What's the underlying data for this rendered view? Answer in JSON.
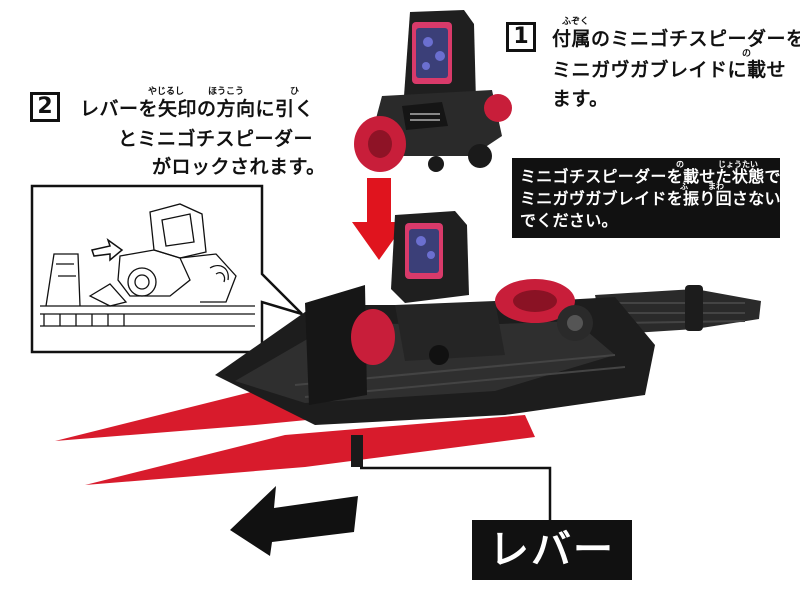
{
  "step1": {
    "number": "1",
    "line1": "付属のミニゴチスピーダーを",
    "line2": "ミニガヴガブレイドに載せ",
    "line3": "ます。",
    "ruby_fuzoku": "ふぞく",
    "ruby_no": "の"
  },
  "step2": {
    "number": "2",
    "line1": "レバーを矢印の方向に引く",
    "line2": "とミニゴチスピーダー",
    "line3": "がロックされます。",
    "ruby_yajirushi": "やじるし",
    "ruby_houkou": "ほうこう",
    "ruby_hi": "ひ"
  },
  "warning": {
    "line1": "ミニゴチスピーダーを載せた状態で",
    "line2": "ミニガヴガブレイドを振り回さない",
    "line3": "でください。",
    "ruby_no": "の",
    "ruby_joutai": "じょうたい",
    "ruby_fu": "ふ",
    "ruby_mawa": "まわ"
  },
  "lever_label": "レバー",
  "colors": {
    "accent_red": "#e0141e",
    "body_black": "#1b1b1b",
    "panel_black": "#111111"
  }
}
